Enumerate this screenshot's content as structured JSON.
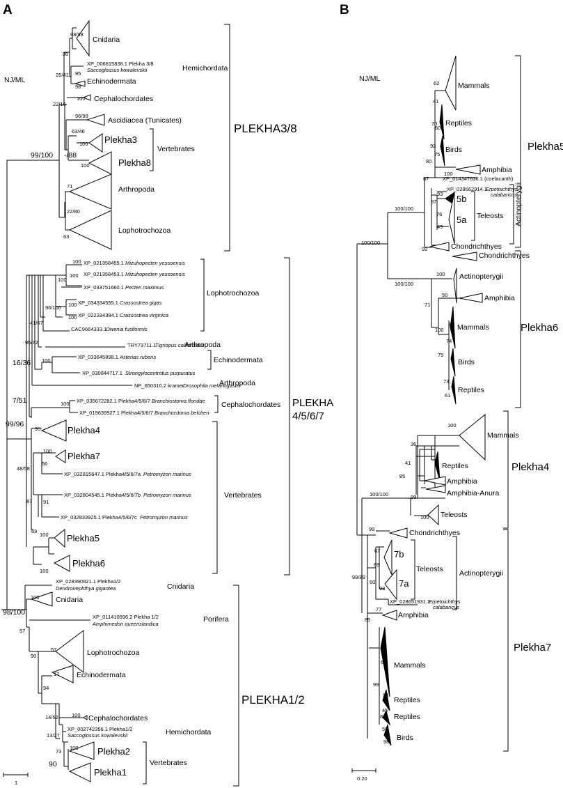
{
  "panel_a": {
    "letter": "A",
    "method": "NJ/ML",
    "scale": "1",
    "groups": {
      "plekha38": "PLEKHA3/8",
      "plekha4567_l1": "PLEKHA",
      "plekha4567_l2": "4/5/6/7",
      "plekha12": "PLEKHA1/2"
    },
    "clades": {
      "cnidaria1": "Cnidaria",
      "hemi1": "Hemichordata",
      "echino1": "Echinodermata",
      "cephalo1": "Cephalochordates",
      "ascid": "Ascidiacea (Tunicates)",
      "plekha3": "Plekha3",
      "plekha8": "Plekha8",
      "vert1": "Vertebrates",
      "arthro1": "Arthropoda",
      "lopho1": "Lophotrochozoa",
      "lopho2": "Lophotrochozoa",
      "arthro2": "Arthropoda",
      "echino2": "Echinodermata",
      "arthro3": "Arthropoda",
      "cephalo2": "Cephalochordates",
      "plekha4": "Plekha4",
      "plekha7": "Plekha7",
      "vert2": "Vertebrates",
      "plekha5": "Plekha5",
      "plekha6": "Plekha6",
      "cnidaria2": "Cnidaria",
      "cnidaria3": "Cnidaria",
      "porifera": "Porifera",
      "lopho3": "Lophotrochozoa",
      "echino3": "Echinodermata",
      "cephalo3": "Cephalochordates",
      "hemi2": "Hemichordata",
      "plekha2": "Plekha2",
      "plekha1": "Plekha1",
      "vert3": "Vertebrates"
    },
    "taxa": {
      "t1": "XP_006815838.1 Plekha 3/8",
      "t1s": "Saccoglossus kowalevskii",
      "t2": "XP_021358455.1",
      "t2s": "Mizuhopecten yessoensis",
      "t3": "XP_021358453.1",
      "t3s": "Mizuhopecten yessoensis",
      "t4": "XP_033751660.1",
      "t4s": "Pecten maximus",
      "t5": "XP_034334555.1",
      "t5s": "Crassostrea gigas",
      "t6": "XP_022334394.1",
      "t6s": "Crassostrea virginica",
      "t7": "CAC9664333.1",
      "t7s": "Owenia fusiformis",
      "t8": "TRY73711.1",
      "t8s": "Tigriopus californicus",
      "t9": "XP_033645898.1",
      "t9s": "Asterias rubens",
      "t10": "XP_030844717.1",
      "t10s": "Strongylocentrotus purpuratus",
      "t11": "NP_650310.2 kramer",
      "t11s": "Drosophila melanogaster",
      "t12": "XP_035672282.1 Plekha4/5/6/7",
      "t12s": "Branchiostoma floridae",
      "t13": "XP_019639927.1 Plekha4/5/6/7",
      "t13s": "Branchiostoma belcheri",
      "t14": "XP_032815647.1 Plekha4/5/6/7a",
      "t14s": "Petromyzon marinus",
      "t15": "XP_032804545.1 Plekha4/5/6/7b",
      "t15s": "Petromyzon marinus",
      "t16": "XP_032833925.1 Plekha4/5/6/7c",
      "t16s": "Petromyzon marinus",
      "t17": "XP_028390821.1 Plekha1/2",
      "t17s": "Dendronephthya gigantea",
      "t18": "XP_011410596.2 Plekha 1/2",
      "t18s": "Amphimedon queenslandica",
      "t19": "XP_002742356.1 Plekha1/2",
      "t19s": "Saccoglossus kowalevskii"
    },
    "support": {
      "s01": "98/98",
      "s02": "30",
      "s03": "26/41",
      "s04": "95",
      "s05": "98",
      "s06": "100",
      "s07": "22/16",
      "s08": "96/99",
      "s09": "63/46",
      "s10": "100",
      "s11": "-/88",
      "s12": "100",
      "s13": "99/100",
      "s14": "71",
      "s15": "22/80",
      "s16": "63",
      "s17": "100",
      "s18": "100",
      "s19": "100",
      "s20": "96/100",
      "s21": "100",
      "s22": "100",
      "s23": "41/67",
      "s24": "95/72",
      "s25": "16/36",
      "s26": "100",
      "s27": "7/51",
      "s28": "100",
      "s29": "99/96",
      "s30": "95",
      "s31": "100",
      "s32": "56",
      "s33": "48/58",
      "s34": "91",
      "s35": "87",
      "s36": "69",
      "s37": "100",
      "s38": "100",
      "s39": "98/100",
      "s40": "100",
      "s41": "57",
      "s42": "90",
      "s43": "57",
      "s44": "94",
      "s45": "17",
      "s46": "14/52",
      "s47": "100",
      "s48": "13/27",
      "s49": "73",
      "s50": "100",
      "s51": "90"
    }
  },
  "panel_b": {
    "letter": "B",
    "method": "NJ/ML",
    "scale": "0.20",
    "groups": {
      "plekha5": "Plekha5",
      "actino1": "Actinopterygii",
      "plekha6": "Plekha6",
      "plekha4": "Plekha4",
      "actino2": "Actinopterygii",
      "plekha7": "Plekha7"
    },
    "clades": {
      "mammals1": "Mammals",
      "reptiles1": "Reptiles",
      "birds1": "Birds",
      "amphibia1": "Amphibia",
      "coel": "XP_014347636.1 (coelacanth)",
      "ereto1": "XP_028662914.1",
      "ereto1s": "Erpetoichthys",
      "ereto1s2": "calabaricus",
      "c5b": "5b",
      "c5a": "5a",
      "teleosts1": "Teleosts",
      "chondro1": "Chondrichthyes",
      "chondro2": "Chondrichthyes",
      "actino3": "Actinopterygii",
      "amphibia2": "Amphibia",
      "mammals2": "Mammals",
      "birds2": "Birds",
      "reptiles2": "Reptiles",
      "mammals3": "Mammals",
      "reptiles3": "Reptiles",
      "amphibia3": "Amphibia",
      "anura": "Amphibia-Anura",
      "teleosts2": "Teleosts",
      "chondro3": "Chondrichthyes",
      "c7b": "7b",
      "c7a": "7a",
      "teleosts3": "Teleosts",
      "ereto2": "XP_028651931.1",
      "ereto2s": "Erpetoichthys",
      "ereto2s2": "calabaricus",
      "amphibia4": "Amphibia",
      "mammals4": "Mammals",
      "reptiles4": "Reptiles",
      "reptiles5": "Reptiles",
      "birds3": "Birds"
    },
    "support": {
      "b01": "62",
      "b02": "41",
      "b03": "70",
      "b04": "60",
      "b05": "92",
      "b06": "75",
      "b07": "80",
      "b08": "100",
      "b09": "87",
      "b10": "93",
      "b11": "97",
      "b12": "76",
      "b13": "49",
      "b14": "100/100",
      "b15": "92",
      "b16": "100/100",
      "b17": "100/100",
      "b18": "100",
      "b19": "50",
      "b20": "71",
      "b21": "88",
      "b22": "100",
      "b23": "74",
      "b24": "75",
      "b25": "73",
      "b26": "61",
      "b27": "100",
      "b28": "36",
      "b29": "41",
      "b30": "85",
      "b31": "99",
      "b32": "100/100",
      "b33": "100",
      "b34": "99",
      "b35": "67",
      "b36": "69",
      "b37": "93",
      "b38": "99/89",
      "b39": "60",
      "b40": "77",
      "b41": "85",
      "b42": "66",
      "b43": "99",
      "b44": "98",
      "b45": "45",
      "b46": "82",
      "b47": "55",
      "b48": "98"
    }
  }
}
